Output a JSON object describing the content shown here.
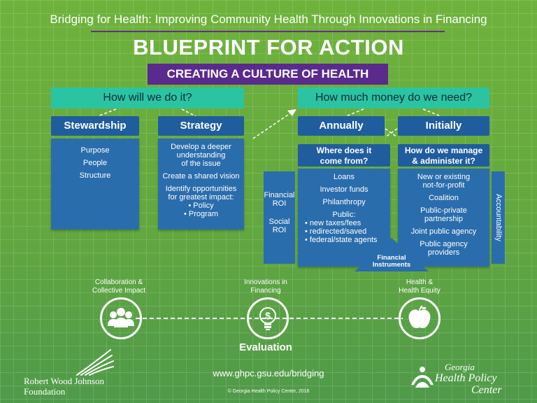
{
  "header": {
    "subtitle": "Bridging for Health: Improving Community Health Through Innovations in Financing",
    "title": "BLUEPRINT FOR ACTION",
    "banner": "CREATING A CULTURE OF HEALTH"
  },
  "left_section": {
    "question": "How will we do it?",
    "stewardship": {
      "heading": "Stewardship",
      "items": [
        "Purpose",
        "People",
        "Structure"
      ]
    },
    "strategy": {
      "heading": "Strategy",
      "lines1": [
        "Develop a deeper",
        "understanding",
        "of the issue"
      ],
      "line2": "Create a shared vision",
      "lines3": [
        "Identify opportunities",
        "for greatest impact:"
      ],
      "bullets": [
        "• Policy",
        "• Program"
      ]
    }
  },
  "right_section": {
    "question": "How much money do we need?",
    "annually": "Annually",
    "initially": "Initially",
    "where": {
      "heading_lines": [
        "Where does it",
        "come from?"
      ],
      "items": [
        "Loans",
        "Investor funds",
        "Philanthropy"
      ],
      "public_label": "Public:",
      "public_bullets": [
        "• new taxes/fees",
        "• redirected/saved",
        "• federal/state agents"
      ]
    },
    "manage": {
      "heading_lines": [
        "How do we manage",
        "& administer it?"
      ],
      "items": [
        [
          "New or existing",
          "not-for-profit"
        ],
        [
          "Coalition"
        ],
        [
          "Public-private",
          "partnership"
        ],
        [
          "Joint public agency"
        ],
        [
          "Public agency",
          "providers"
        ]
      ]
    },
    "roi": {
      "financial": [
        "Financial",
        "ROI"
      ],
      "social": [
        "Social",
        "ROI"
      ]
    },
    "accountability": "Accountability",
    "financial_instruments": [
      "Financial",
      "Instruments"
    ]
  },
  "bottom": {
    "stages": [
      {
        "label": [
          "Collaboration &",
          "Collective Impact"
        ],
        "icon": "people-group-icon"
      },
      {
        "label": [
          "Innovations in",
          "Financing"
        ],
        "icon": "lightbulb-dollar-icon"
      },
      {
        "label": [
          "Health &",
          "Health Equity"
        ],
        "icon": "apple-icon"
      }
    ],
    "evaluation": "Evaluation",
    "url": "www.ghpc.gsu.edu/bridging",
    "copyright": "© Georgia Health Policy Center, 2016"
  },
  "logos": {
    "rwjf": [
      "Robert Wood Johnson",
      "Foundation"
    ],
    "ghpc": [
      "Georgia",
      "Health Policy",
      "Center"
    ]
  },
  "colors": {
    "background": "#6fb23c",
    "banner": "#5a2a8c",
    "teal": "#2bc4a2",
    "blue": "#2a6dad",
    "dark_blue": "#1f5d9e"
  }
}
